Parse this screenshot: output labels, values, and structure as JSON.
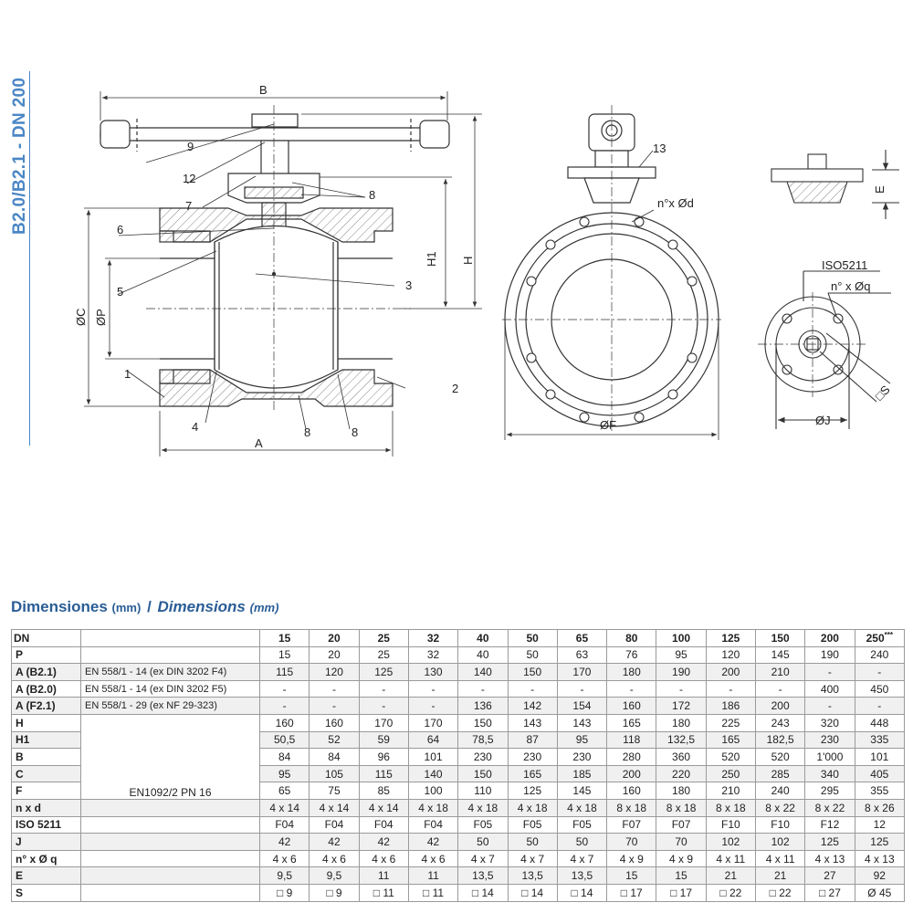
{
  "side_title": "B2.0/B2.1 - DN 200",
  "callouts": {
    "n1": "1",
    "n2": "2",
    "n3": "3",
    "n4": "4",
    "n5": "5",
    "n6": "6",
    "n7": "7",
    "n8a": "8",
    "n8b": "8",
    "n8c": "8",
    "n9": "9",
    "n12": "12",
    "n13": "13"
  },
  "dims_labels": {
    "B": "B",
    "A": "A",
    "H": "H",
    "H1": "H1",
    "C": "ØC",
    "P": "ØP",
    "F": "ØF",
    "nxd": "n°x Ød",
    "iso": "ISO5211",
    "nxq": "n° x Øq",
    "J": "ØJ",
    "S": "□S",
    "E": "E"
  },
  "heading": {
    "es": "Dimensiones",
    "es_unit": "(mm)",
    "sep": "/",
    "en": "Dimensions",
    "en_unit": "(mm)"
  },
  "table": {
    "columns": [
      "DN",
      "",
      "15",
      "20",
      "25",
      "32",
      "40",
      "50",
      "65",
      "80",
      "100",
      "125",
      "150",
      "200",
      "250"
    ],
    "col_250_note": "***",
    "rows": [
      {
        "label": "P",
        "note": "",
        "values": [
          "15",
          "20",
          "25",
          "32",
          "40",
          "50",
          "63",
          "76",
          "95",
          "120",
          "145",
          "190",
          "240"
        ]
      },
      {
        "label": "A (B2.1)",
        "note": "EN 558/1 - 14 (ex DIN 3202 F4)",
        "values": [
          "115",
          "120",
          "125",
          "130",
          "140",
          "150",
          "170",
          "180",
          "190",
          "200",
          "210",
          "-",
          "-"
        ]
      },
      {
        "label": "A (B2.0)",
        "note": "EN 558/1 - 14 (ex DIN 3202 F5)",
        "values": [
          "-",
          "-",
          "-",
          "-",
          "-",
          "-",
          "-",
          "-",
          "-",
          "-",
          "-",
          "400",
          "450"
        ]
      },
      {
        "label": "A (F2.1)",
        "note": "EN 558/1 - 29 (ex NF 29-323)",
        "values": [
          "-",
          "-",
          "-",
          "-",
          "136",
          "142",
          "154",
          "160",
          "172",
          "186",
          "200",
          "-",
          "-"
        ]
      },
      {
        "label": "H",
        "note": "",
        "values": [
          "160",
          "160",
          "170",
          "170",
          "150",
          "143",
          "143",
          "165",
          "180",
          "225",
          "243",
          "320",
          "448"
        ]
      },
      {
        "label": "H1",
        "note": "",
        "values": [
          "50,5",
          "52",
          "59",
          "64",
          "78,5",
          "87",
          "95",
          "118",
          "132,5",
          "165",
          "182,5",
          "230",
          "335"
        ]
      },
      {
        "label": "B",
        "note": "",
        "values": [
          "84",
          "84",
          "96",
          "101",
          "230",
          "230",
          "230",
          "280",
          "360",
          "520",
          "520",
          "1'000",
          "101"
        ]
      },
      {
        "label": "C",
        "note": "",
        "values": [
          "95",
          "105",
          "115",
          "140",
          "150",
          "165",
          "185",
          "200",
          "220",
          "250",
          "285",
          "340",
          "405"
        ]
      },
      {
        "label": "F",
        "note": "EN1092/2 PN 16",
        "values": [
          "65",
          "75",
          "85",
          "100",
          "110",
          "125",
          "145",
          "160",
          "180",
          "210",
          "240",
          "295",
          "355"
        ]
      },
      {
        "label": "n x d",
        "note": "",
        "values": [
          "4 x 14",
          "4 x 14",
          "4 x 14",
          "4 x 18",
          "4 x 18",
          "4 x 18",
          "4 x 18",
          "8 x 18",
          "8 x 18",
          "8 x 18",
          "8 x 22",
          "8 x 22",
          "8 x 26"
        ]
      },
      {
        "label": "ISO 5211",
        "note": "",
        "values": [
          "F04",
          "F04",
          "F04",
          "F04",
          "F05",
          "F05",
          "F05",
          "F07",
          "F07",
          "F10",
          "F10",
          "F12",
          "12"
        ]
      },
      {
        "label": "J",
        "note": "",
        "values": [
          "42",
          "42",
          "42",
          "42",
          "50",
          "50",
          "50",
          "70",
          "70",
          "102",
          "102",
          "125",
          "125"
        ]
      },
      {
        "label": "n° x Ø q",
        "note": "",
        "values": [
          "4 x 6",
          "4 x 6",
          "4 x 6",
          "4 x 6",
          "4 x 7",
          "4 x 7",
          "4 x 7",
          "4 x 9",
          "4 x 9",
          "4 x 11",
          "4 x 11",
          "4 x 13",
          "4 x 13"
        ]
      },
      {
        "label": "E",
        "note": "",
        "values": [
          "9,5",
          "9,5",
          "11",
          "11",
          "13,5",
          "13,5",
          "13,5",
          "15",
          "15",
          "21",
          "21",
          "27",
          "92"
        ]
      },
      {
        "label": "S",
        "note": "",
        "values": [
          "□ 9",
          "□ 9",
          "□ 11",
          "□ 11",
          "□ 14",
          "□ 14",
          "□ 14",
          "□ 17",
          "□ 17",
          "□ 22",
          "□ 22",
          "□ 27",
          "Ø 45"
        ]
      }
    ]
  }
}
